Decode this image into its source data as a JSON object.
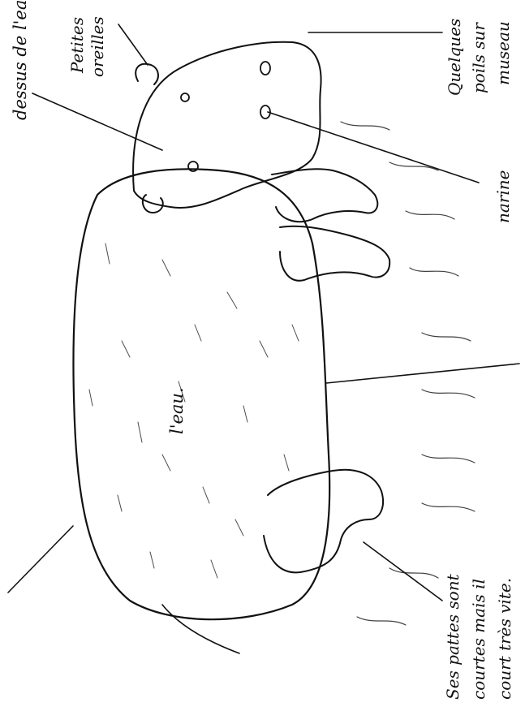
{
  "labels": {
    "line1": "dessus de l'eau.",
    "line2": "l'eau.",
    "ears_1": "Petites",
    "ears_2": "oreilles",
    "whiskers_1": "Quelques",
    "whiskers_2": "poils sur",
    "whiskers_3": "museau",
    "nostril": "narine",
    "legs_1": "Ses pattes sont",
    "legs_2": "courtes mais il",
    "legs_3": "court très vite."
  },
  "colors": {
    "ink": "#111111",
    "paper": "#ffffff"
  },
  "figure": "hippopotamus-line-drawing"
}
